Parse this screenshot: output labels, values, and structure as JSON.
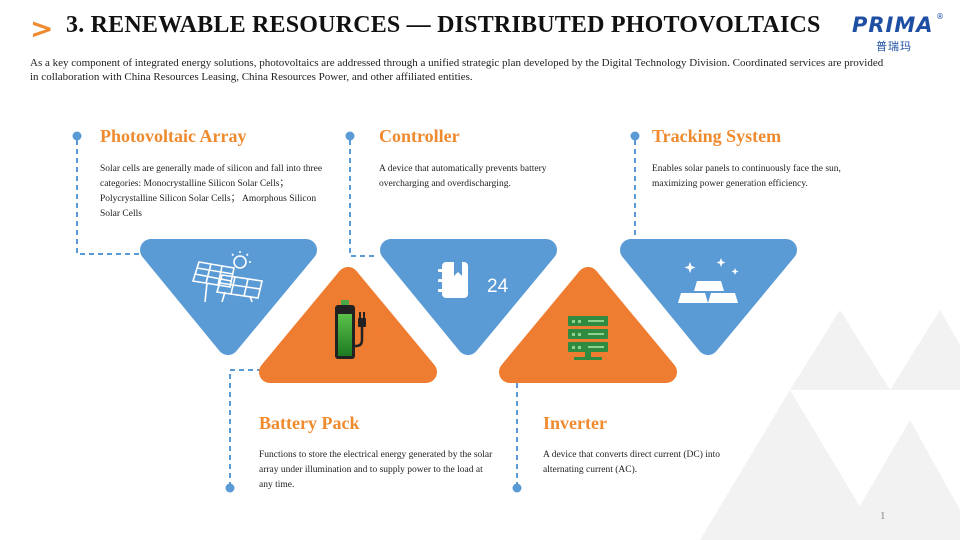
{
  "title": "3. RENEWABLE RESOURCES — DISTRIBUTED PHOTOVOLTAICS",
  "logo": {
    "main": "PRIMA",
    "sub": "普瑞玛",
    "reg": "®"
  },
  "intro": "As a key component of integrated energy solutions, photovoltaics are addressed through a unified strategic plan developed by the Digital Technology Division. Coordinated services are provided in collaboration with China Resources Leasing, China Resources Power, and other affiliated entities.",
  "colors": {
    "accent": "#ef8a2e",
    "blue": "#5b9bd5",
    "orange": "#ef7d31",
    "dashed": "#5b9bd5"
  },
  "items": [
    {
      "heading": "Photovoltaic Array",
      "desc": "Solar cells are generally made of silicon and fall into three categories: Monocrystalline Silicon Solar Cells；Polycrystalline Silicon Solar Cells； Amorphous Silicon Solar Cells",
      "icon": "solar-panel-icon",
      "shape": "blue-down-triangle"
    },
    {
      "heading": "Battery Pack",
      "desc": "Functions to store the electrical energy generated by the solar array under illumination and to supply power to the load at any time.",
      "icon": "battery-plug-icon",
      "shape": "orange-up-triangle"
    },
    {
      "heading": "Controller",
      "desc": "A device that automatically prevents battery overcharging and overdischarging.",
      "icon": "notebook-24-icon",
      "icon_text": "24",
      "shape": "blue-down-triangle"
    },
    {
      "heading": "Inverter",
      "desc": "A device that converts direct current (DC) into alternating current (AC).",
      "icon": "server-rack-icon",
      "shape": "orange-up-triangle"
    },
    {
      "heading": "Tracking System",
      "desc": "Enables solar panels to continuously face the sun, maximizing power generation efficiency.",
      "icon": "gold-bars-icon",
      "shape": "blue-down-triangle"
    }
  ],
  "page_number": "1"
}
